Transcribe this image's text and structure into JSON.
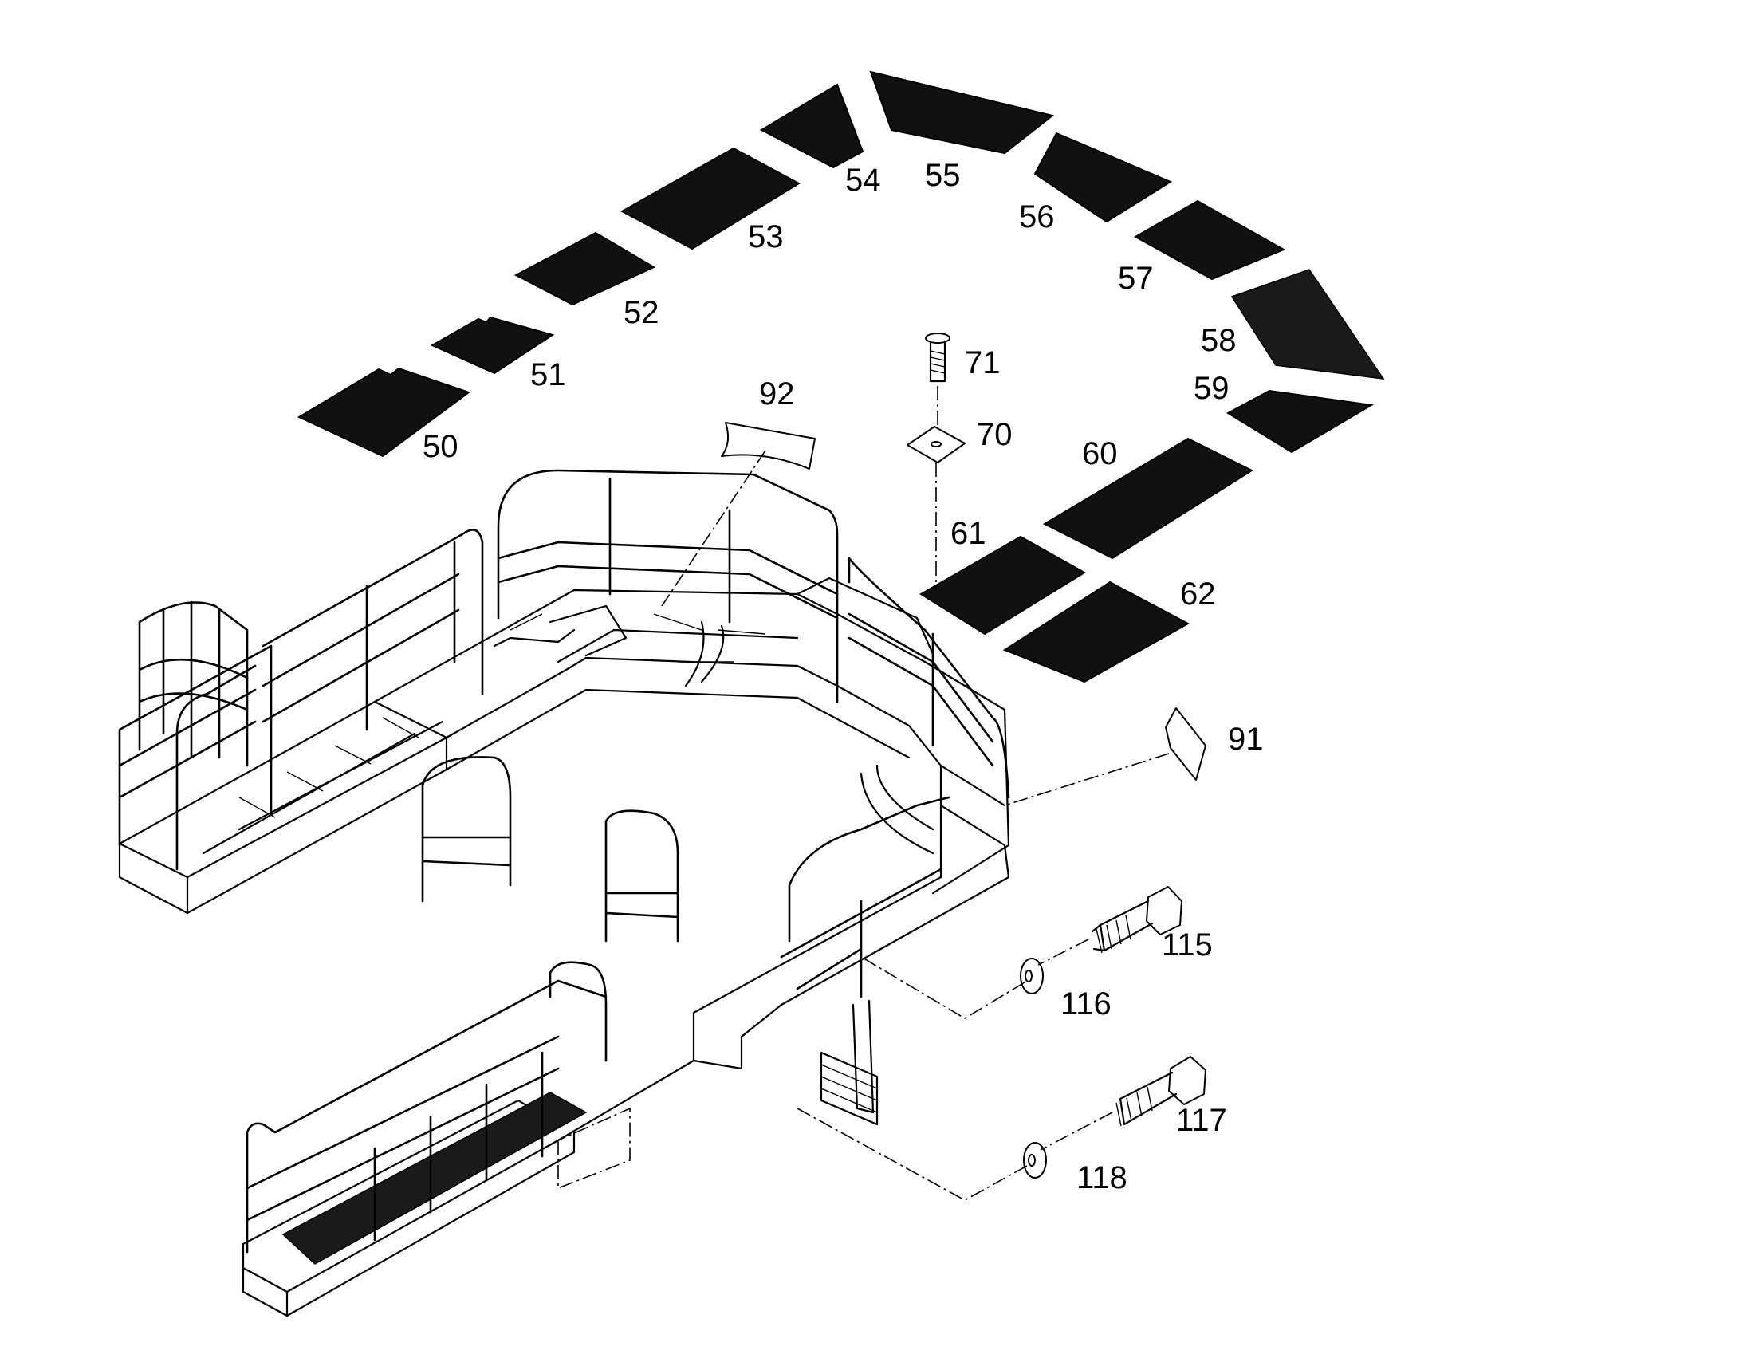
{
  "diagram": {
    "callouts": [
      {
        "id": "50",
        "text": "50"
      },
      {
        "id": "51",
        "text": "51"
      },
      {
        "id": "52",
        "text": "52"
      },
      {
        "id": "53",
        "text": "53"
      },
      {
        "id": "54",
        "text": "54"
      },
      {
        "id": "55",
        "text": "55"
      },
      {
        "id": "56",
        "text": "56"
      },
      {
        "id": "57",
        "text": "57"
      },
      {
        "id": "58",
        "text": "58"
      },
      {
        "id": "59",
        "text": "59"
      },
      {
        "id": "60",
        "text": "60"
      },
      {
        "id": "61",
        "text": "61"
      },
      {
        "id": "62",
        "text": "62"
      },
      {
        "id": "70",
        "text": "70"
      },
      {
        "id": "71",
        "text": "71"
      },
      {
        "id": "91",
        "text": "91"
      },
      {
        "id": "92",
        "text": "92"
      },
      {
        "id": "115",
        "text": "115"
      },
      {
        "id": "116",
        "text": "116"
      },
      {
        "id": "117",
        "text": "117"
      },
      {
        "id": "118",
        "text": "118"
      }
    ]
  }
}
